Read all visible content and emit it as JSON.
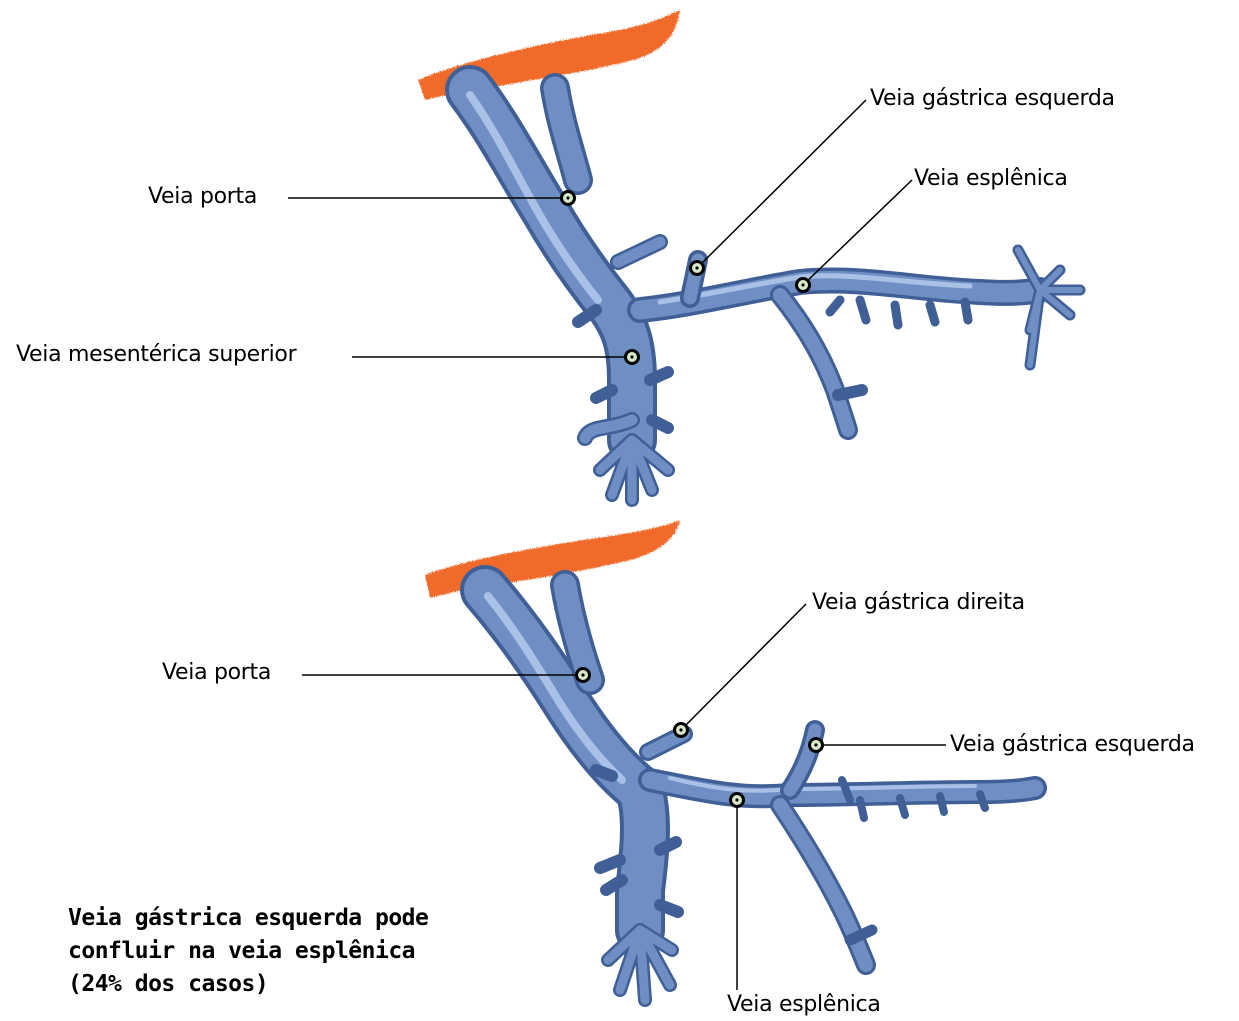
{
  "top_diagram": {
    "labels": {
      "left_gastric": "Veia gástrica esquerda",
      "splenic": "Veia esplênica",
      "portal": "Veia porta",
      "sup_mesenteric": "Veia mesentérica superior"
    }
  },
  "bottom_diagram": {
    "labels": {
      "right_gastric": "Veia gástrica direita",
      "portal": "Veia porta",
      "left_gastric": "Veia gástrica esquerda",
      "splenic": "Veia esplênica"
    }
  },
  "caption": {
    "line1": "Veia gástrica esquerda pode",
    "line2": "confluir na veia esplênica",
    "line3": "(24% dos casos)"
  },
  "colors": {
    "vein": "#6f8fc4",
    "vein_light": "#a9c1e6",
    "vein_dark": "#3f5f96",
    "liver": "#f06a2a",
    "marker_fill": "#d8e8c8",
    "leader": "#000000"
  }
}
